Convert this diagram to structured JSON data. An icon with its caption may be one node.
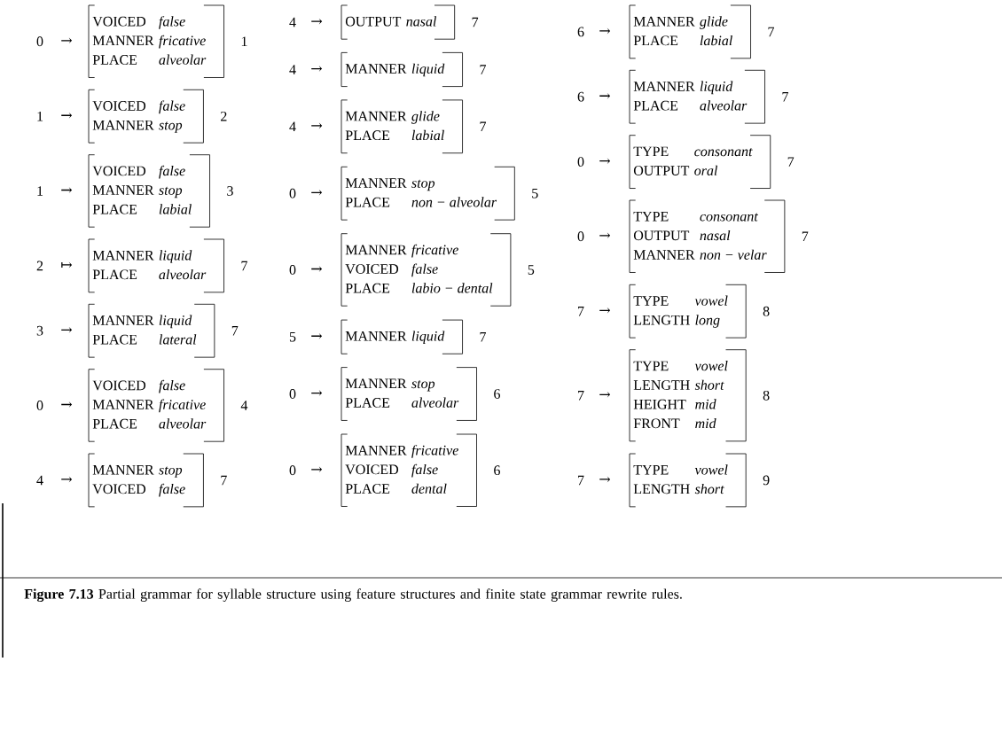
{
  "diagram": {
    "caption": "**Figure 7.13**    Partial grammar for syllable structure using feature structures and finite state grammar rewrite rules.",
    "nodes": [
      {
        "text": [
          "VOICED",
          "false",
          "MANNER",
          "fricative",
          "PLACE",
          "alveolar"
        ]
      },
      {
        "text": [
          "VOICED",
          "false",
          "MANNER",
          "stop"
        ]
      },
      {
        "text": [
          "VOICED",
          "false",
          "MANNER",
          "stop",
          "PLACE",
          "labial"
        ]
      },
      {
        "text": [
          "MANNER",
          "liquid",
          "PLACE",
          "alveolar"
        ]
      },
      {
        "text": [
          "MANNER",
          "liquid",
          "PLACE",
          "lateral"
        ]
      },
      {
        "text": [
          "VOICED",
          "false",
          "MANNER",
          "fricative",
          "PLACE",
          "alveolar"
        ]
      },
      {
        "text": [
          "MANNER",
          "stop",
          "VOICED",
          "false"
        ]
      },
      {
        "text": [
          "OUTPUT",
          "nasal"
        ]
      },
      {
        "text": [
          "MANNER",
          "liquid"
        ]
      },
      {
        "text": [
          "MANNER",
          "glide",
          "PLACE",
          "labial"
        ]
      },
      {
        "text": [
          "MANNER",
          "stop",
          "PLACE",
          "non − alveolar"
        ]
      },
      {
        "text": [
          "MANNER",
          "fricative",
          "VOICED",
          "false",
          "PLACE",
          "labio − dental"
        ]
      },
      {
        "text": [
          "MANNER",
          "liquid"
        ]
      },
      {
        "text": [
          "MANNER",
          "stop",
          "PLACE",
          "alveolar"
        ]
      },
      {
        "text": [
          "MANNER",
          "fricative",
          "VOICED",
          "false",
          "PLACE",
          "dental"
        ]
      },
      {
        "text": [
          "MANNER",
          "glide",
          "PLACE",
          "labial"
        ]
      },
      {
        "text": [
          "MANNER",
          "liquid",
          "PLACE",
          "alveolar"
        ]
      },
      {
        "text": [
          "TYPE",
          "consonant",
          "OUTPUT",
          "oral"
        ]
      },
      {
        "text": [
          "TYPE",
          "consonant",
          "OUTPUT",
          "nasal",
          "MANNER",
          "non − velar"
        ]
      },
      {
        "text": [
          "TYPE",
          "vowel",
          "LENGTH",
          "long"
        ]
      },
      {
        "text": [
          "TYPE",
          "vowel",
          "LENGTH",
          "short",
          "HEIGHT",
          "mid",
          "FRONT",
          "mid"
        ]
      },
      {
        "text": [
          "TYPE",
          "vowel",
          "LENGTH",
          "short"
        ]
      }
    ],
    "labels": [
      "0",
      "→",
      "1",
      "1",
      "→",
      "2",
      "1",
      "→",
      "3",
      "2",
      "↦",
      "7",
      "3",
      "→",
      "7",
      "0",
      "→",
      "4",
      "4",
      "→",
      "7",
      "4",
      "→",
      "7",
      "4",
      "→",
      "7",
      "4",
      "→",
      "7",
      "0",
      "→",
      "5",
      "0",
      "→",
      "5",
      "5",
      "→",
      "7",
      "0",
      "→",
      "6",
      "0",
      "→",
      "6",
      "6",
      "→",
      "7",
      "6",
      "→",
      "7",
      "0",
      "→",
      "7",
      "0",
      "→",
      "7",
      "7",
      "→",
      "8",
      "7",
      "→",
      "8",
      "7",
      "→",
      "9"
    ]
  }
}
